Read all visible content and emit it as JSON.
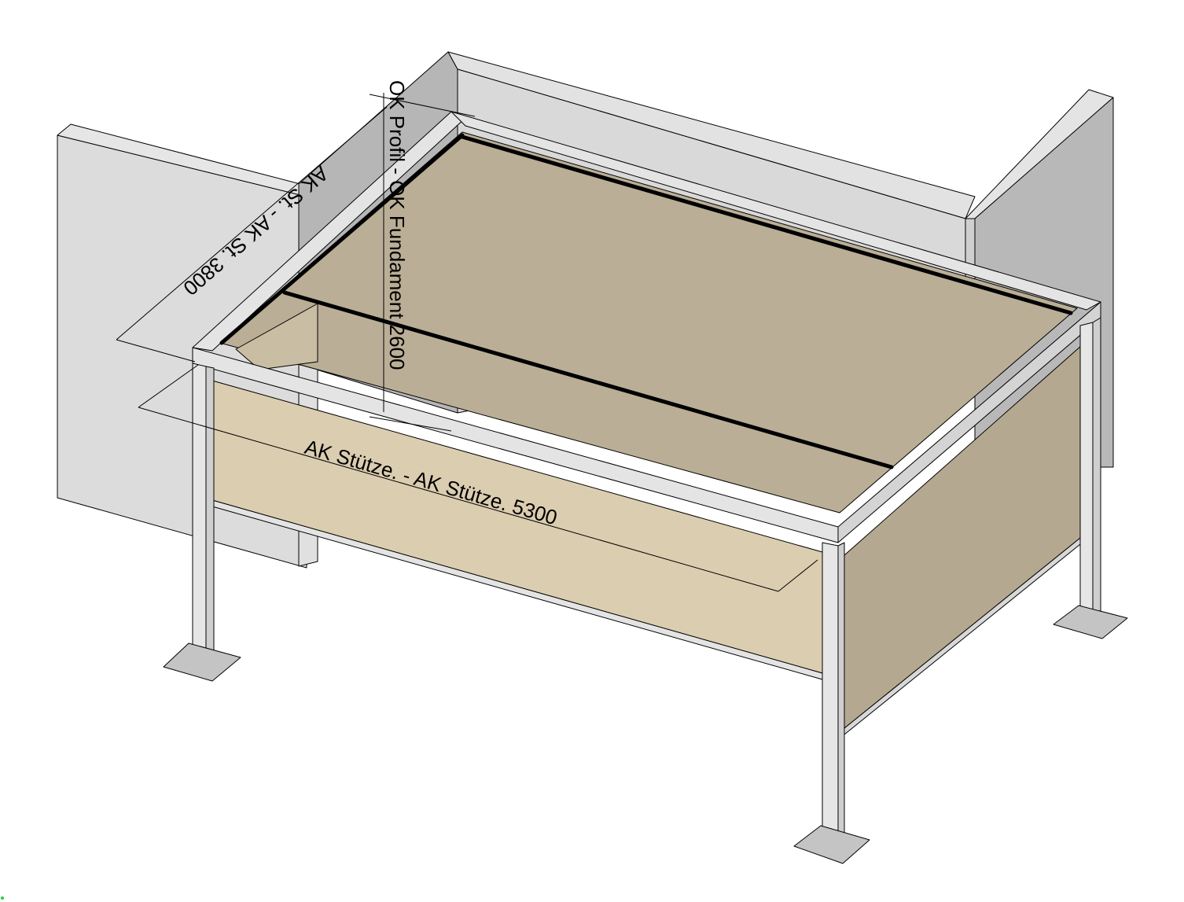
{
  "scene": {
    "colors": {
      "background": "#ffffff",
      "wall_light": "#dcdcdc",
      "wall_mid": "#c8c8c8",
      "wall_dark": "#b0b0b0",
      "frame": "#e4e4e4",
      "frame_dark": "#cfcfcf",
      "roof_panel": "#baae96",
      "front_panel": "#dbcdb0",
      "side_panel": "#b4a890",
      "foot_plate": "#c4c4c4",
      "edge": "#000000",
      "dimension": "#000000"
    }
  },
  "dimensions": {
    "height_label": "OK Profil - OK Fundament 2600",
    "width_label": "AK Stütze. - AK Stütze. 5300",
    "depth_label": "AK St. - AK St. 3800"
  }
}
